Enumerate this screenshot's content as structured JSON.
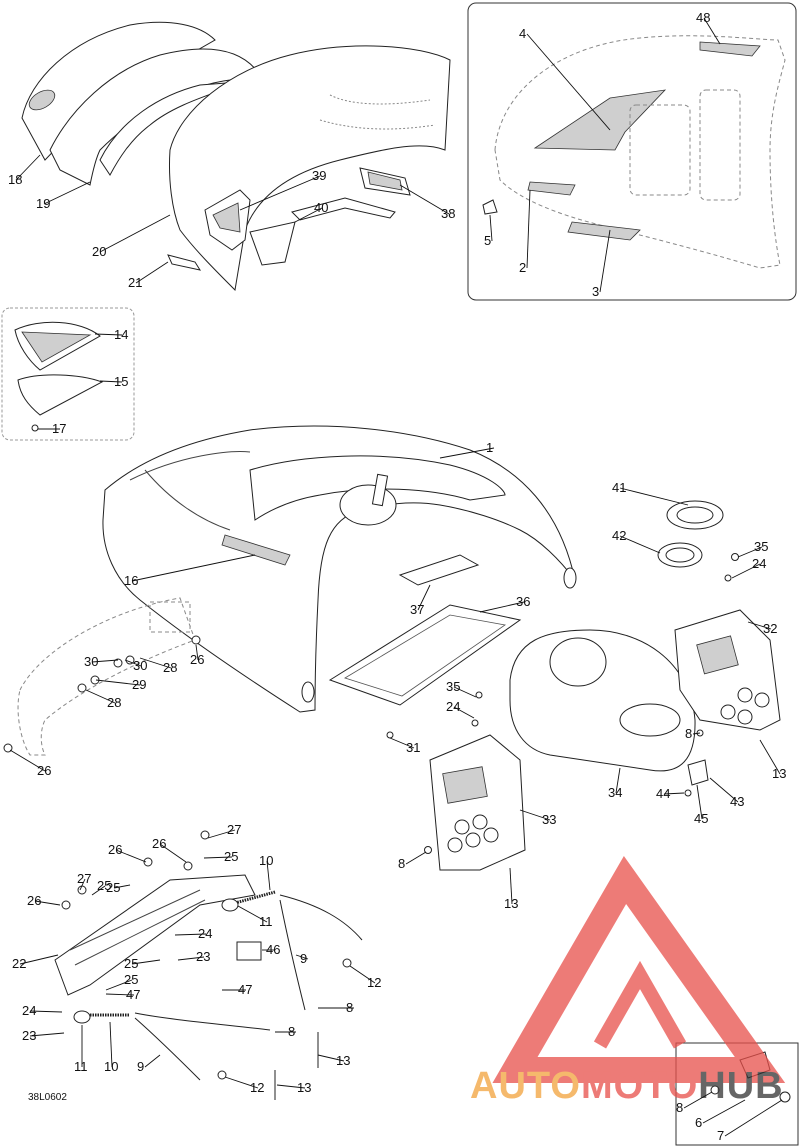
{
  "drawing_code": "38L0602",
  "watermark": {
    "part1": "AUTO",
    "part2": "MOTO",
    "part3": "HUB",
    "color_orange": "#f2a23c",
    "color_red": "#e8504a",
    "color_dark": "#333333"
  },
  "callouts": [
    {
      "id": "c18",
      "text": "18"
    },
    {
      "id": "c19",
      "text": "19"
    },
    {
      "id": "c20",
      "text": "20"
    },
    {
      "id": "c21",
      "text": "21"
    },
    {
      "id": "c39",
      "text": "39"
    },
    {
      "id": "c40",
      "text": "40"
    },
    {
      "id": "c38",
      "text": "38"
    },
    {
      "id": "c4",
      "text": "4"
    },
    {
      "id": "c48",
      "text": "48"
    },
    {
      "id": "c5",
      "text": "5"
    },
    {
      "id": "c2",
      "text": "2"
    },
    {
      "id": "c3",
      "text": "3"
    },
    {
      "id": "c14",
      "text": "14"
    },
    {
      "id": "c15",
      "text": "15"
    },
    {
      "id": "c17",
      "text": "17"
    },
    {
      "id": "c1",
      "text": "1"
    },
    {
      "id": "c16",
      "text": "16"
    },
    {
      "id": "c41",
      "text": "41"
    },
    {
      "id": "c42",
      "text": "42"
    },
    {
      "id": "c35a",
      "text": "35"
    },
    {
      "id": "c24a",
      "text": "24"
    },
    {
      "id": "c32",
      "text": "32"
    },
    {
      "id": "c37",
      "text": "37"
    },
    {
      "id": "c36",
      "text": "36"
    },
    {
      "id": "c30a",
      "text": "30"
    },
    {
      "id": "c30b",
      "text": "30"
    },
    {
      "id": "c28a",
      "text": "28"
    },
    {
      "id": "c29",
      "text": "29"
    },
    {
      "id": "c26a",
      "text": "26"
    },
    {
      "id": "c28b",
      "text": "28"
    },
    {
      "id": "c26b",
      "text": "26"
    },
    {
      "id": "c35b",
      "text": "35"
    },
    {
      "id": "c24b",
      "text": "24"
    },
    {
      "id": "c31",
      "text": "31"
    },
    {
      "id": "c8a",
      "text": "8"
    },
    {
      "id": "c13a",
      "text": "13"
    },
    {
      "id": "c34",
      "text": "34"
    },
    {
      "id": "c44",
      "text": "44"
    },
    {
      "id": "c43",
      "text": "43"
    },
    {
      "id": "c45",
      "text": "45"
    },
    {
      "id": "c33",
      "text": "33"
    },
    {
      "id": "c8b",
      "text": "8"
    },
    {
      "id": "c13b",
      "text": "13"
    },
    {
      "id": "c26c",
      "text": "26"
    },
    {
      "id": "c27a",
      "text": "27"
    },
    {
      "id": "c26d",
      "text": "26"
    },
    {
      "id": "c25a",
      "text": "25"
    },
    {
      "id": "c10a",
      "text": "10"
    },
    {
      "id": "c27b",
      "text": "27"
    },
    {
      "id": "c25b",
      "text": "25"
    },
    {
      "id": "c26e",
      "text": "26"
    },
    {
      "id": "c25c",
      "text": "25"
    },
    {
      "id": "c11a",
      "text": "11"
    },
    {
      "id": "c24c",
      "text": "24"
    },
    {
      "id": "c46",
      "text": "46"
    },
    {
      "id": "c22",
      "text": "22"
    },
    {
      "id": "c25d",
      "text": "25"
    },
    {
      "id": "c23a",
      "text": "23"
    },
    {
      "id": "c9a",
      "text": "9"
    },
    {
      "id": "c25e",
      "text": "25"
    },
    {
      "id": "c12a",
      "text": "12"
    },
    {
      "id": "c47a",
      "text": "47"
    },
    {
      "id": "c47b",
      "text": "47"
    },
    {
      "id": "c8c",
      "text": "8"
    },
    {
      "id": "c24d",
      "text": "24"
    },
    {
      "id": "c23b",
      "text": "23"
    },
    {
      "id": "c8d",
      "text": "8"
    },
    {
      "id": "c13c",
      "text": "13"
    },
    {
      "id": "c11b",
      "text": "11"
    },
    {
      "id": "c10b",
      "text": "10"
    },
    {
      "id": "c9b",
      "text": "9"
    },
    {
      "id": "c12b",
      "text": "12"
    },
    {
      "id": "c13d",
      "text": "13"
    },
    {
      "id": "c8e",
      "text": "8"
    },
    {
      "id": "c6",
      "text": "6"
    },
    {
      "id": "c7",
      "text": "7"
    }
  ]
}
